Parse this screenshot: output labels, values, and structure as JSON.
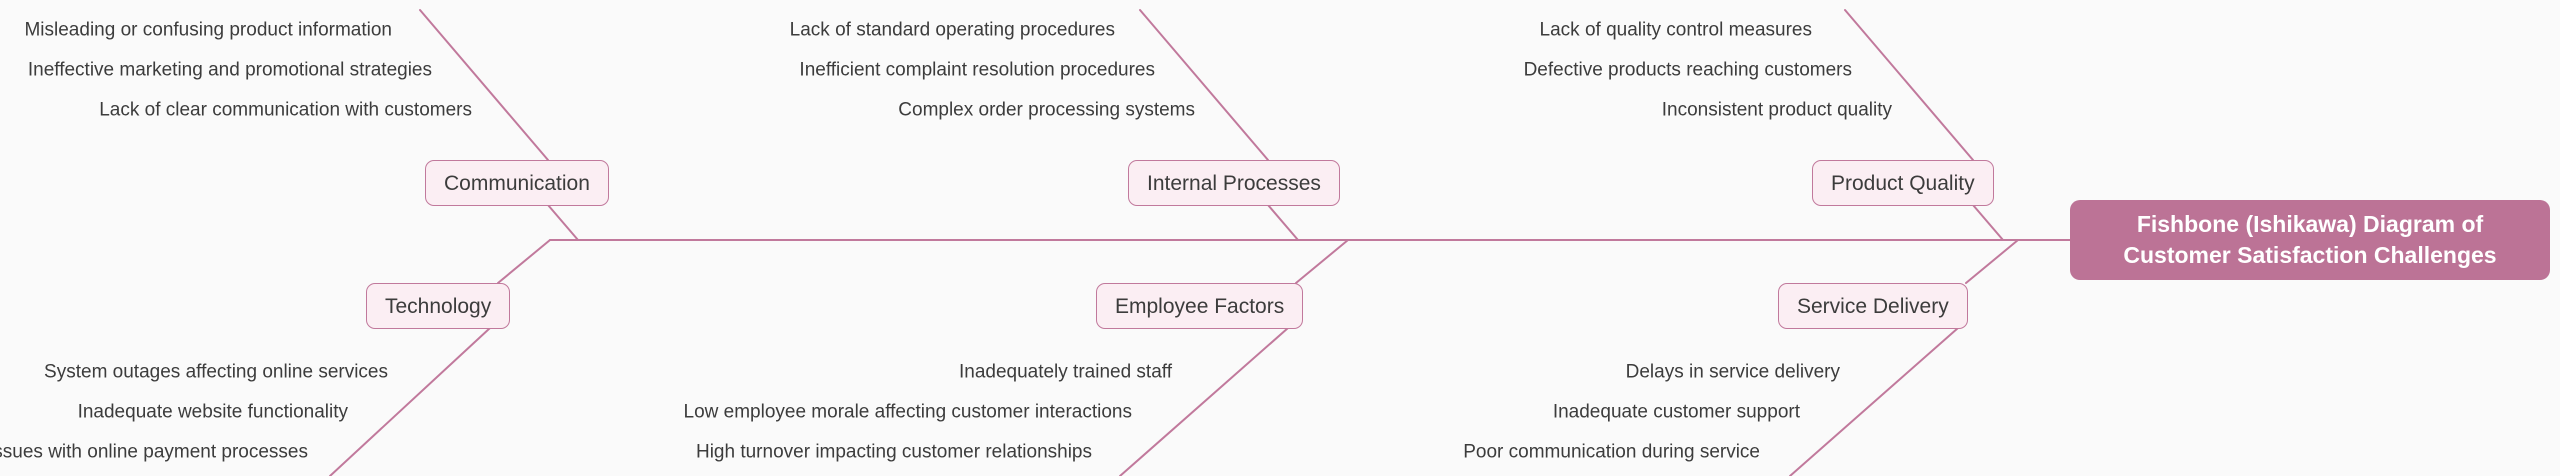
{
  "diagram": {
    "type": "fishbone",
    "title": "Fishbone (Ishikawa) Diagram of Customer Satisfaction Challenges",
    "colors": {
      "background": "#fafafa",
      "bone_line": "#c1799c",
      "category_fill": "#fbeef3",
      "category_border": "#c1799c",
      "category_text": "#3c3c3c",
      "cause_text": "#3c3c3c",
      "head_fill": "#bc7396",
      "head_text": "#ffffff"
    },
    "categories": [
      {
        "id": "communication",
        "label": "Communication",
        "side": "top",
        "causes": [
          "Misleading or confusing product information",
          "Ineffective marketing and promotional strategies",
          "Lack of clear communication with customers"
        ]
      },
      {
        "id": "internal-processes",
        "label": "Internal Processes",
        "side": "top",
        "causes": [
          "Lack of standard operating procedures",
          "Inefficient complaint resolution procedures",
          "Complex order processing systems"
        ]
      },
      {
        "id": "product-quality",
        "label": "Product Quality",
        "side": "top",
        "causes": [
          "Lack of quality control measures",
          "Defective products reaching customers",
          "Inconsistent product quality"
        ]
      },
      {
        "id": "technology",
        "label": "Technology",
        "side": "bottom",
        "causes": [
          "System outages affecting online services",
          "Inadequate website functionality",
          "Issues with online payment processes"
        ]
      },
      {
        "id": "employee-factors",
        "label": "Employee Factors",
        "side": "bottom",
        "causes": [
          "Inadequately trained staff",
          "Low employee morale affecting customer interactions",
          "High turnover impacting customer relationships"
        ]
      },
      {
        "id": "service-delivery",
        "label": "Service Delivery",
        "side": "bottom",
        "causes": [
          "Delays in service delivery",
          "Inadequate customer support",
          "Poor communication during service"
        ]
      }
    ]
  }
}
